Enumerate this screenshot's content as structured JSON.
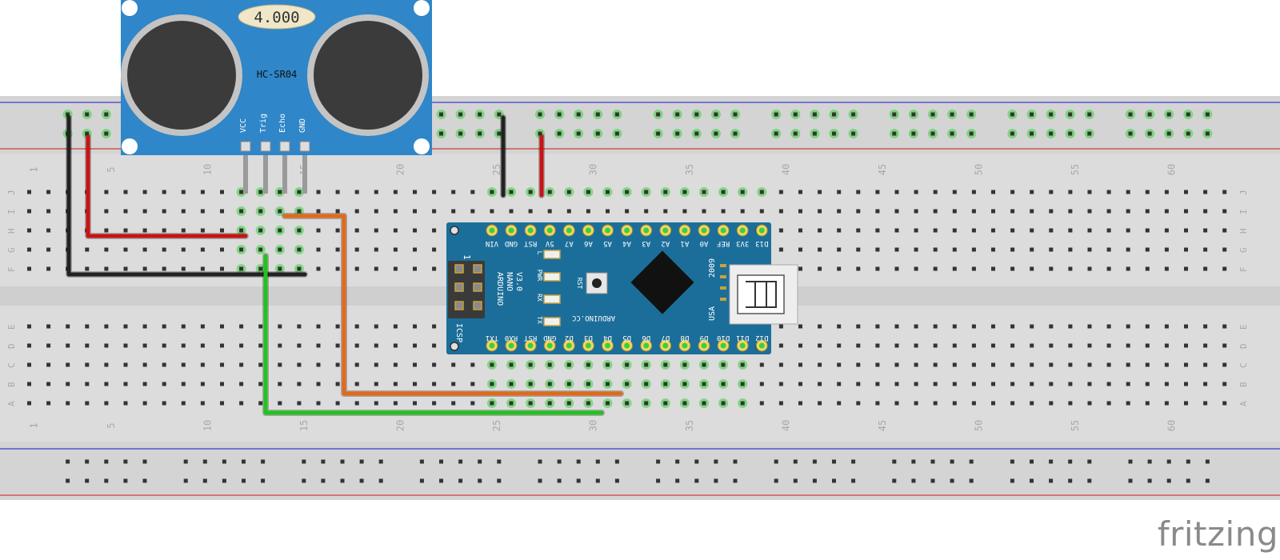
{
  "watermark": "fritzing",
  "colors": {
    "board_bg": "#dcdcdc",
    "board_rail_bg": "#d4d4d4",
    "hole_dark": "#333333",
    "hole_green": "#39d13a",
    "rail_blue": "#3b3bd6",
    "rail_red": "#d43b3b",
    "sensor_blue": "#2f86c8",
    "nano_teal": "#1b6e9a",
    "wire_black": "#222222",
    "wire_red": "#c81414",
    "wire_orange": "#e06a1a",
    "wire_green": "#23c31f"
  },
  "breadboard": {
    "row_labels_top": [
      "J",
      "I",
      "H",
      "G",
      "F"
    ],
    "row_labels_bottom": [
      "E",
      "D",
      "C",
      "B",
      "A"
    ],
    "column_labels": [
      "1",
      "5",
      "10",
      "15",
      "20",
      "25",
      "30",
      "35",
      "40",
      "45",
      "50",
      "55",
      "60"
    ]
  },
  "sensor": {
    "display": "4.000",
    "model": "HC-SR04",
    "pins": [
      "VCC",
      "Trig",
      "Echo",
      "GND"
    ]
  },
  "nano": {
    "top_pins": [
      "D12",
      "D11",
      "D10",
      "D9",
      "D8",
      "D7",
      "D6",
      "D5",
      "D4",
      "D3",
      "D2",
      "GND",
      "RST",
      "RX0",
      "TX1"
    ],
    "bottom_pins": [
      "D13",
      "3V3",
      "REF",
      "A0",
      "A1",
      "A2",
      "A3",
      "A4",
      "A5",
      "A6",
      "A7",
      "5V",
      "RST",
      "GND",
      "VIN"
    ],
    "brand_lines": [
      "ARDUINO",
      "NANO",
      "V3.0"
    ],
    "icsp_label": "ICSP",
    "icsp_num": "1",
    "led_labels": [
      "L",
      "PWR",
      "RX",
      "TX"
    ],
    "rst_label": "RST",
    "site": "ARDUINO.CC",
    "year": "2009",
    "country": "USA"
  }
}
